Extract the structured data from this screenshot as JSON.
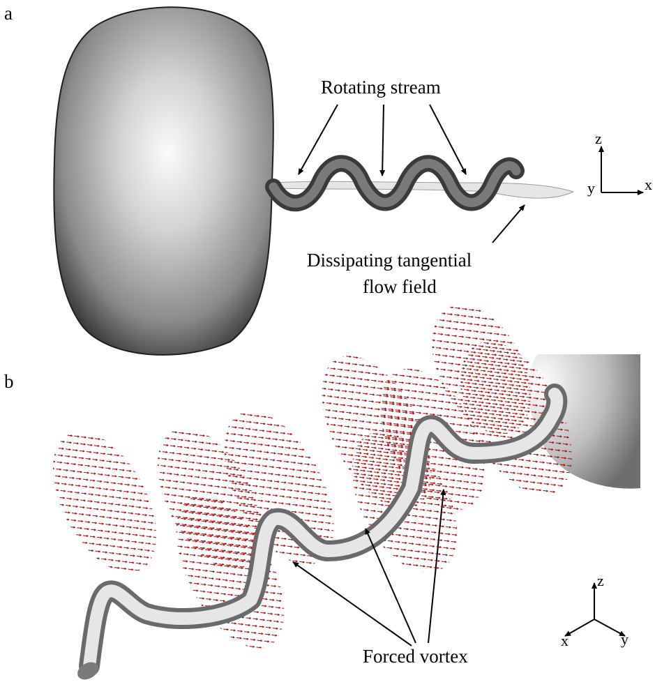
{
  "figure": {
    "panel_a": {
      "label": "a",
      "annotation_top": "Rotating stream",
      "annotation_bottom_line1": "Dissipating tangential",
      "annotation_bottom_line2": "flow field",
      "axes": {
        "z": "z",
        "y": "y",
        "x": "x"
      }
    },
    "panel_b": {
      "label": "b",
      "annotation": "Forced vortex",
      "axes": {
        "z": "z",
        "x": "x",
        "y": "y"
      }
    },
    "colors": {
      "body_light": "#f4f4f4",
      "body_dark": "#2e2e2e",
      "helix": "#5e5e5e",
      "tube": "#c8c8c8",
      "vectors": "#b40000"
    }
  }
}
